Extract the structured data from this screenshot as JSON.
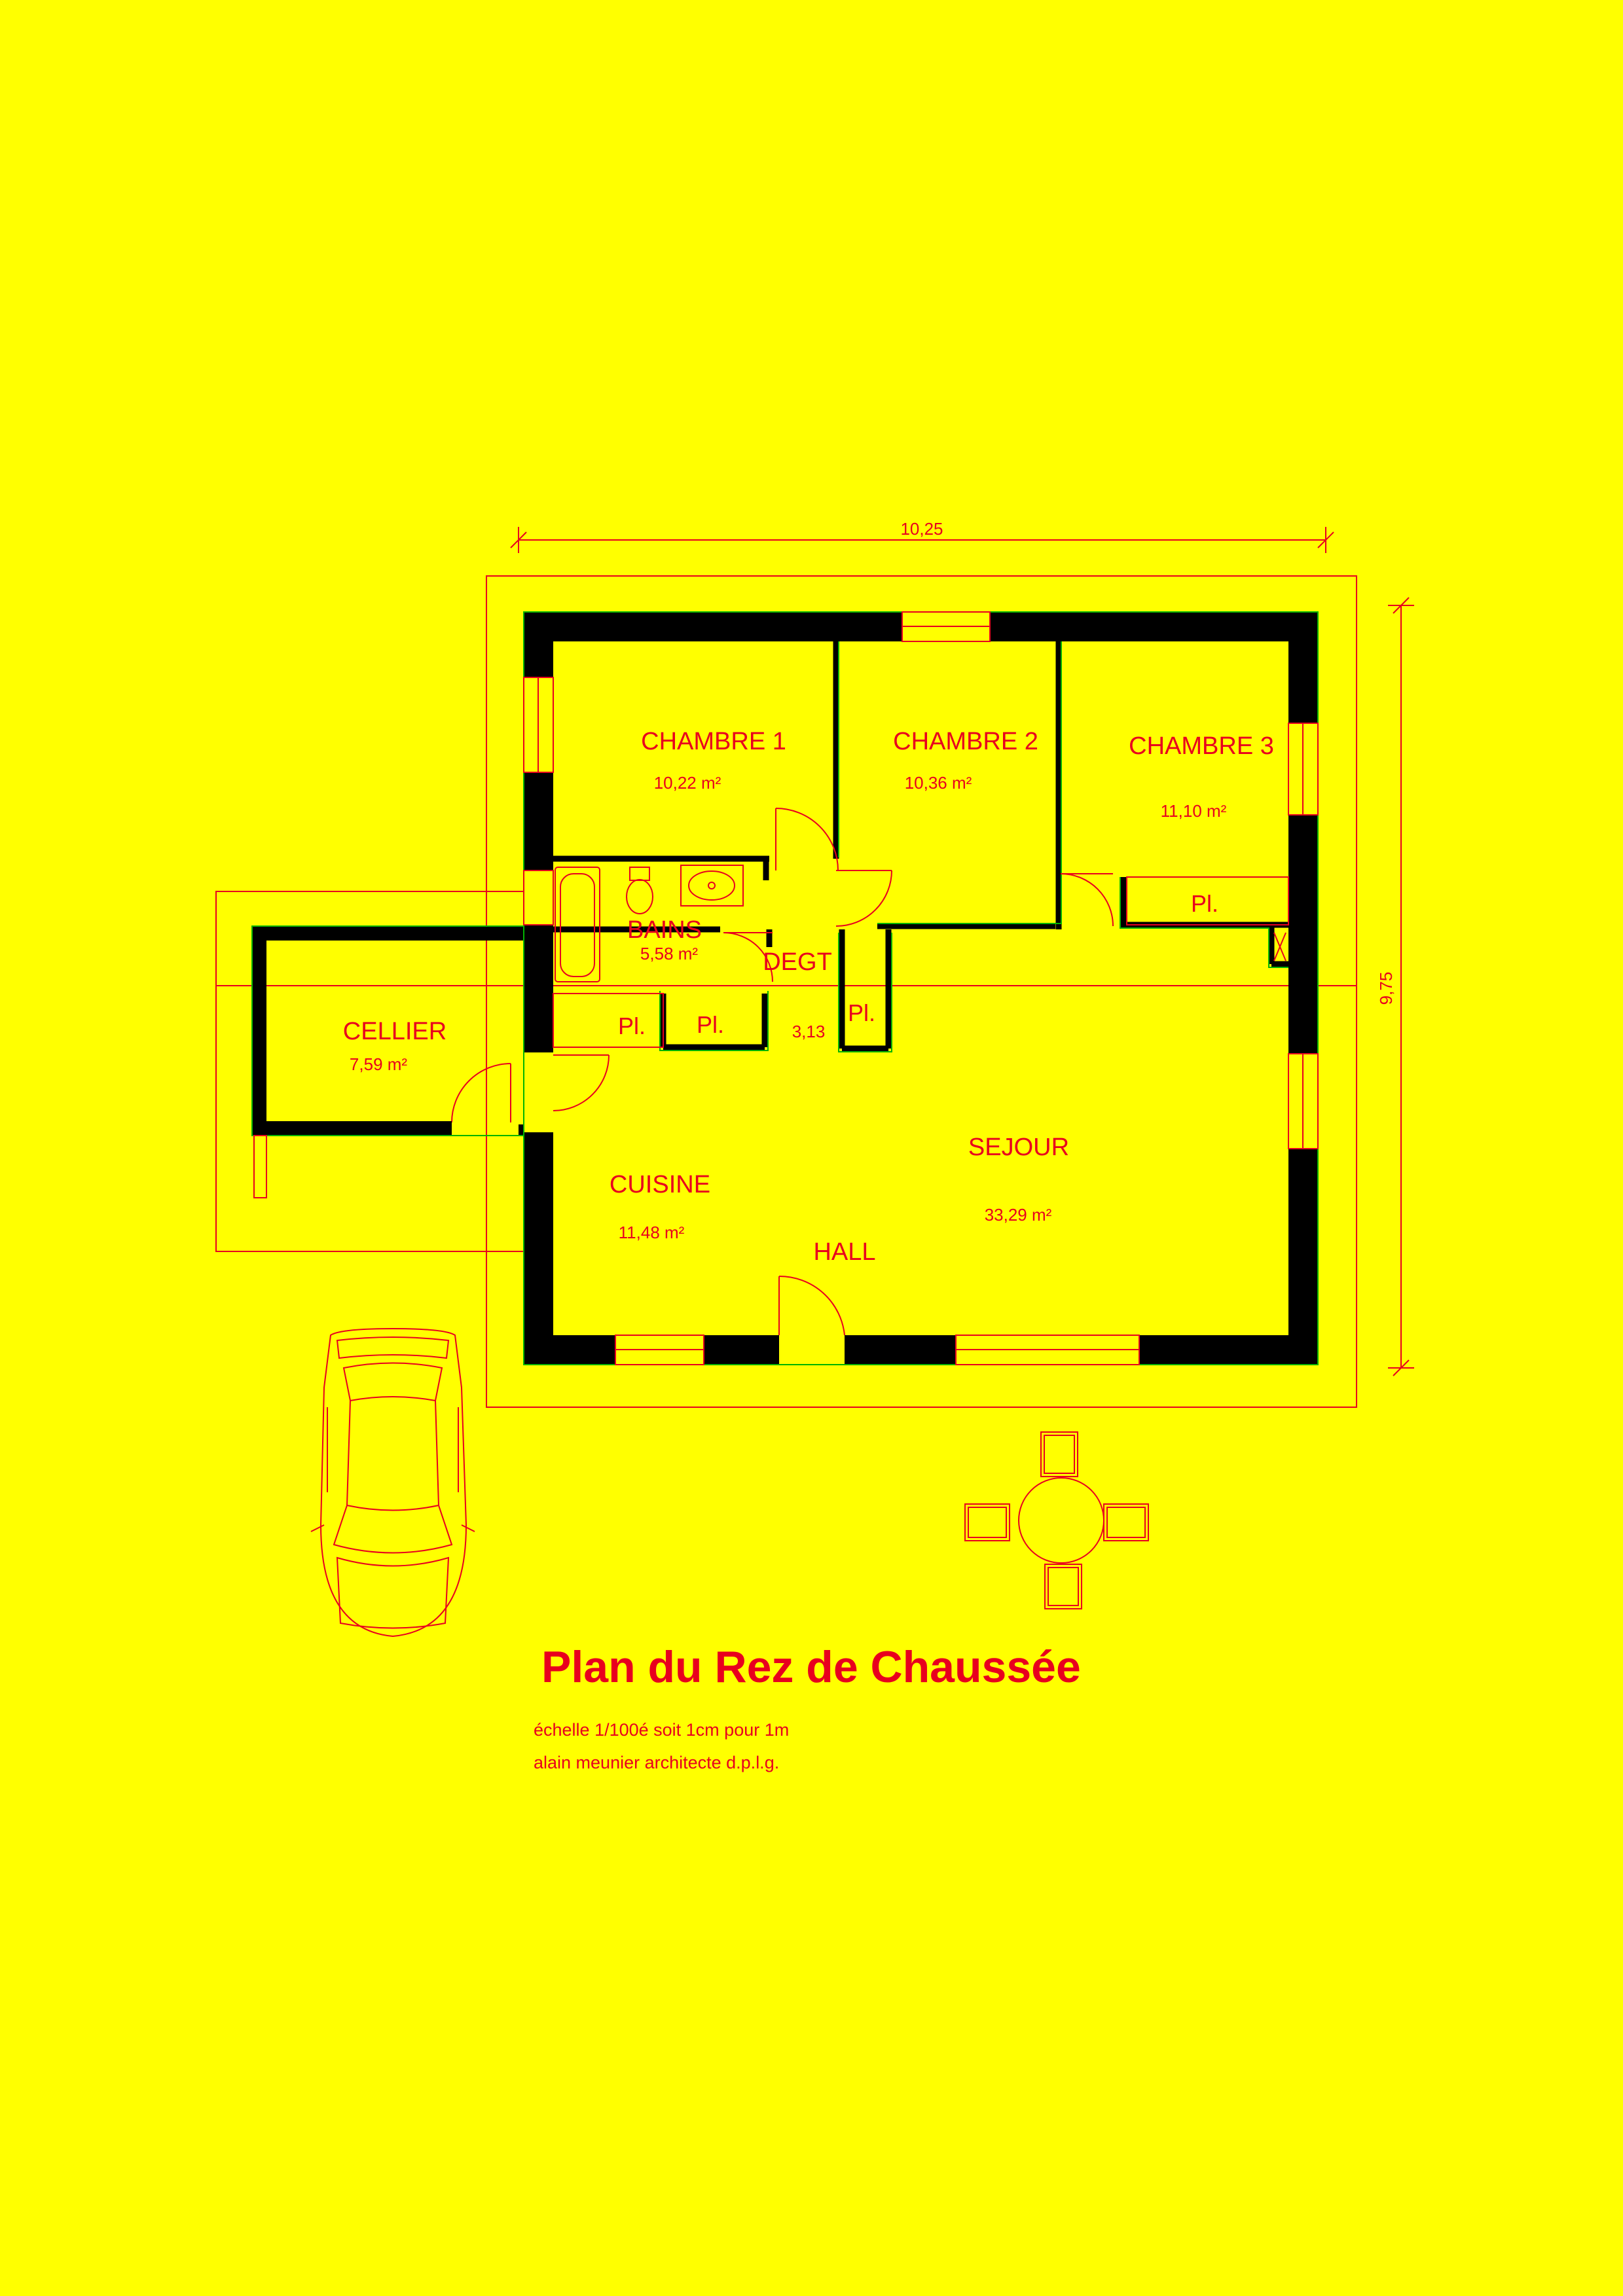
{
  "dimensions": {
    "width": "10,25",
    "depth": "9,75"
  },
  "rooms": {
    "chambre1": {
      "name": "CHAMBRE 1",
      "area": "10,22 m²"
    },
    "chambre2": {
      "name": "CHAMBRE 2",
      "area": "10,36 m²"
    },
    "chambre3": {
      "name": "CHAMBRE 3",
      "area": "11,10 m²"
    },
    "bains": {
      "name": "BAINS",
      "area": "5,58 m²"
    },
    "degt": {
      "name": "DEGT",
      "area": "3,13"
    },
    "cellier": {
      "name": "CELLIER",
      "area": "7,59 m²"
    },
    "cuisine": {
      "name": "CUISINE",
      "area": "11,48 m²"
    },
    "sejour": {
      "name": "SEJOUR",
      "area": "33,29 m²"
    },
    "hall": {
      "name": "HALL"
    }
  },
  "closets": {
    "label": "Pl."
  },
  "title": "Plan du Rez de Chaussée",
  "notes": {
    "scale": "échelle 1/100é soit 1cm pour 1m",
    "architect": "alain meunier architecte d.p.l.g."
  },
  "colors": {
    "background": "#ffff00",
    "lines": "#e8001e",
    "walls": "#000000",
    "outline": "#00b400"
  }
}
